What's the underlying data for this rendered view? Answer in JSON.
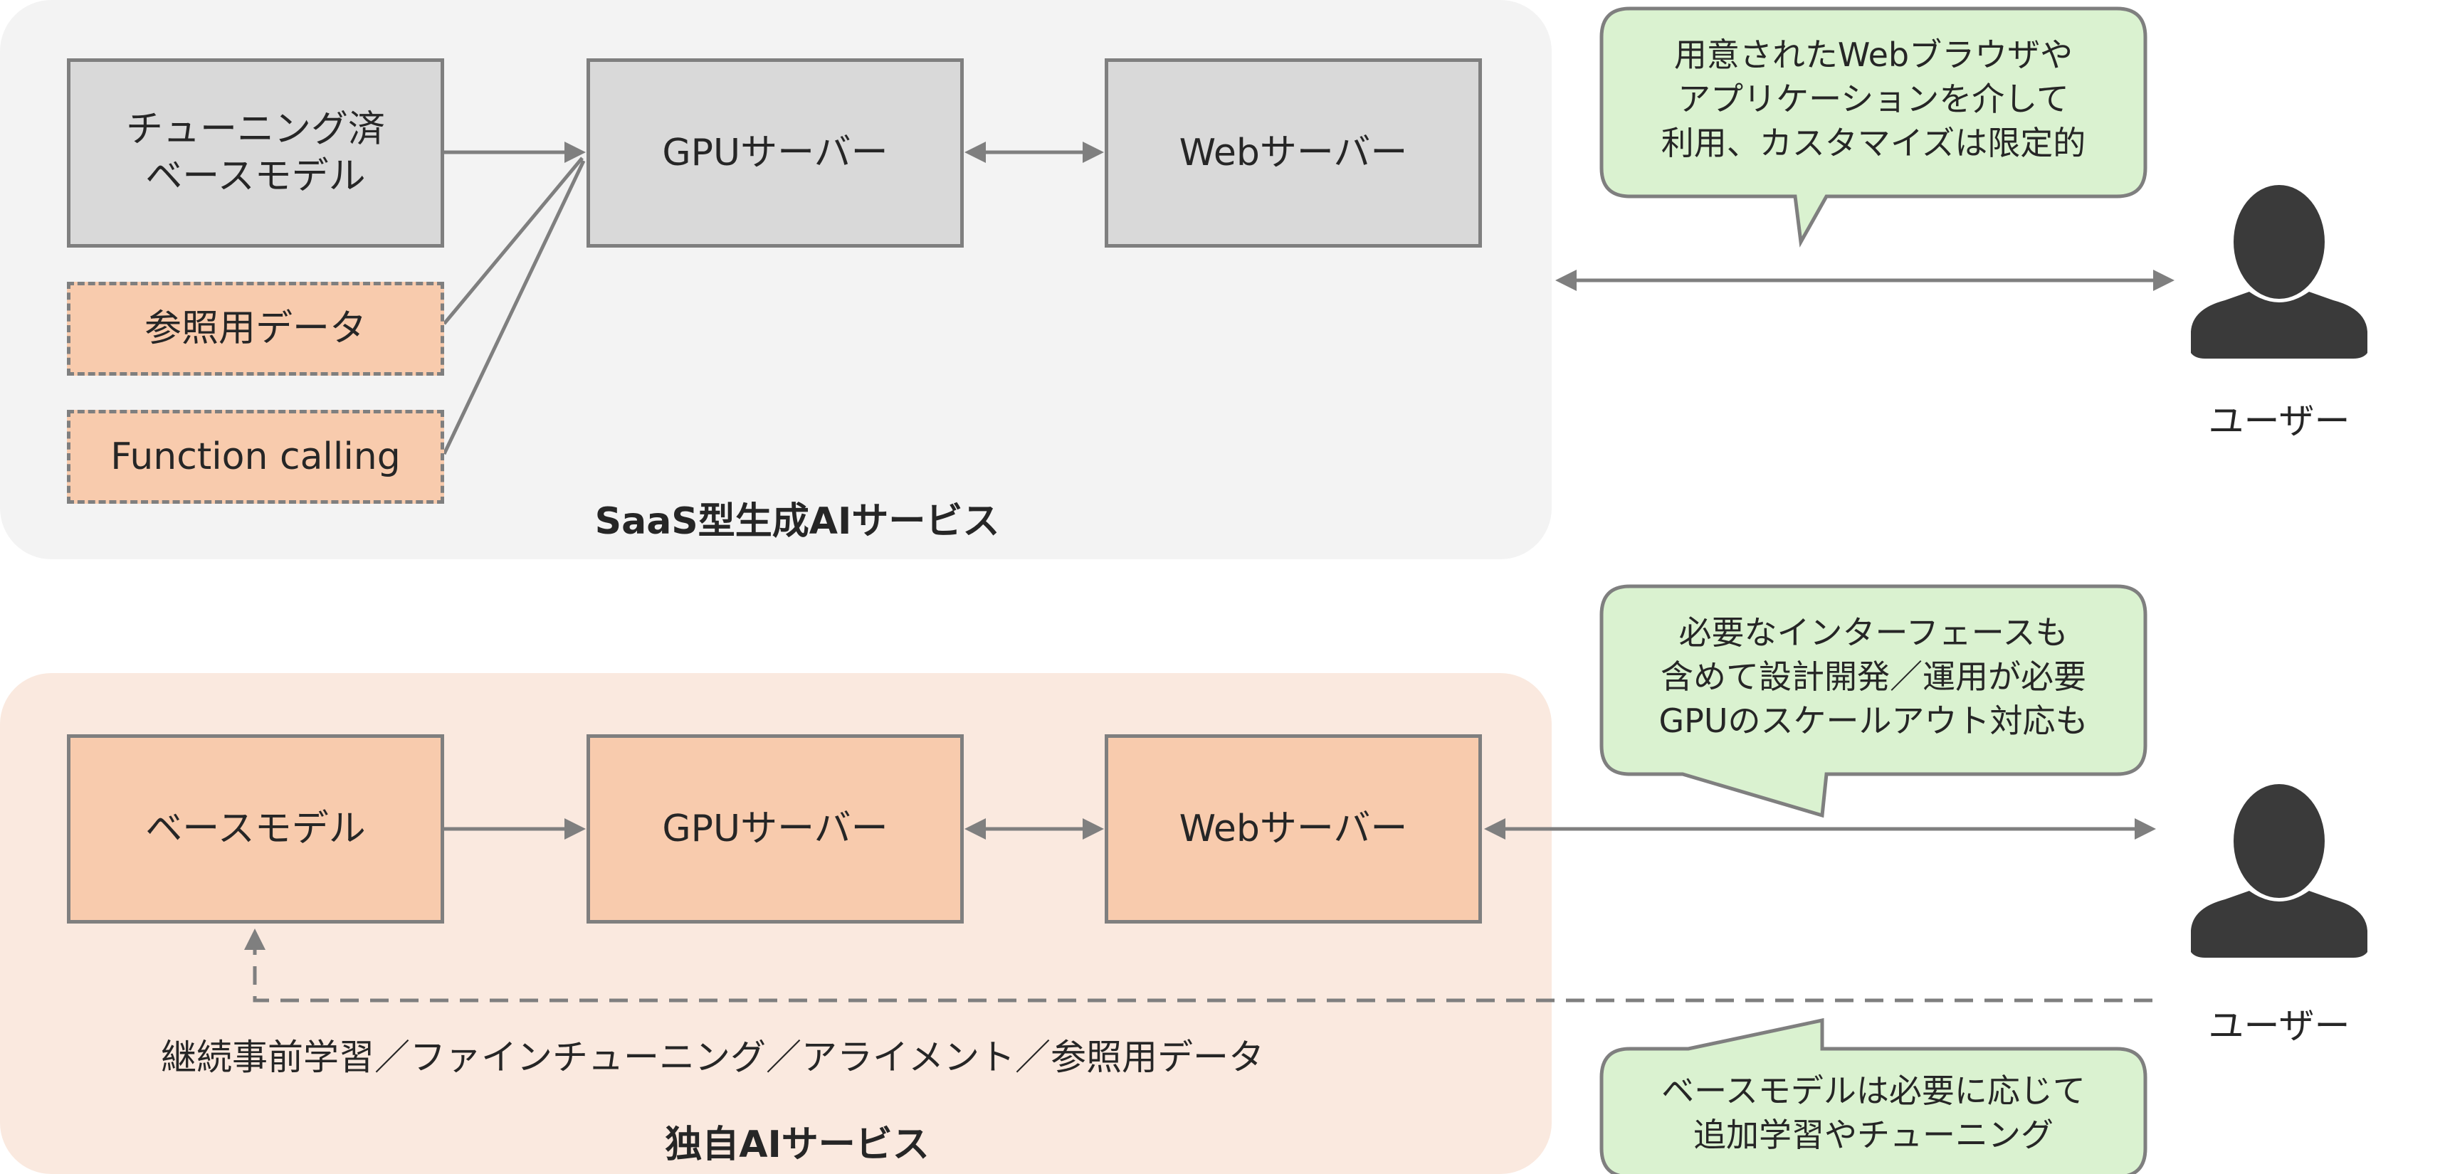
{
  "saas": {
    "caption": "SaaS型生成AIサービス",
    "tuned_model": "チューニング済\nベースモデル",
    "reference_data": "参照用データ",
    "function_calling": "Function calling",
    "gpu_server": "GPUサーバー",
    "web_server": "Webサーバー"
  },
  "own": {
    "caption": "独自AIサービス",
    "base_model": "ベースモデル",
    "gpu_server": "GPUサーバー",
    "web_server": "Webサーバー",
    "feedback_label": "継続事前学習／ファインチューニング／アライメント／参照用データ"
  },
  "callouts": {
    "saas_note": "用意されたWebブラウザや\nアプリケーションを介して\n利用、カスタマイズは限定的",
    "own_interface_note": "必要なインターフェースも\n含めて設計開発／運用が必要\nGPUのスケールアウト対応も",
    "own_model_note": "ベースモデルは必要に応じて\n追加学習やチューニング"
  },
  "users": {
    "top_label": "ユーザー",
    "bottom_label": "ユーザー"
  },
  "colors": {
    "gray_box": "#d9d9d9",
    "peach_box": "#f8cbad",
    "callout_fill": "#daf2d0",
    "arrow": "#7f7f7f",
    "user_icon": "#3a3a3a"
  }
}
